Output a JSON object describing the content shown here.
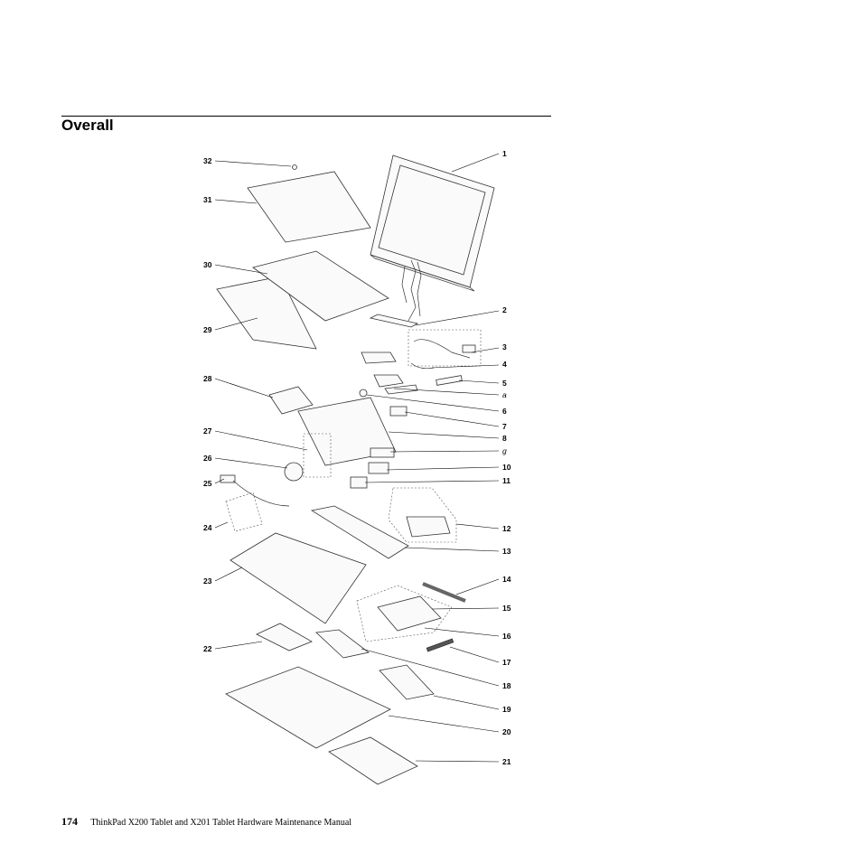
{
  "section": {
    "title": "Overall"
  },
  "callouts": [
    "1",
    "2",
    "3",
    "4",
    "5",
    "a",
    "6",
    "7",
    "8",
    "g",
    "10",
    "11",
    "12",
    "13",
    "14",
    "15",
    "16",
    "17",
    "18",
    "19",
    "20",
    "21",
    "22",
    "23",
    "24",
    "25",
    "26",
    "27",
    "28",
    "29",
    "30",
    "31",
    "32"
  ],
  "footer": {
    "page_number": "174",
    "text": "ThinkPad X200 Tablet and X201 Tablet Hardware Maintenance Manual"
  }
}
